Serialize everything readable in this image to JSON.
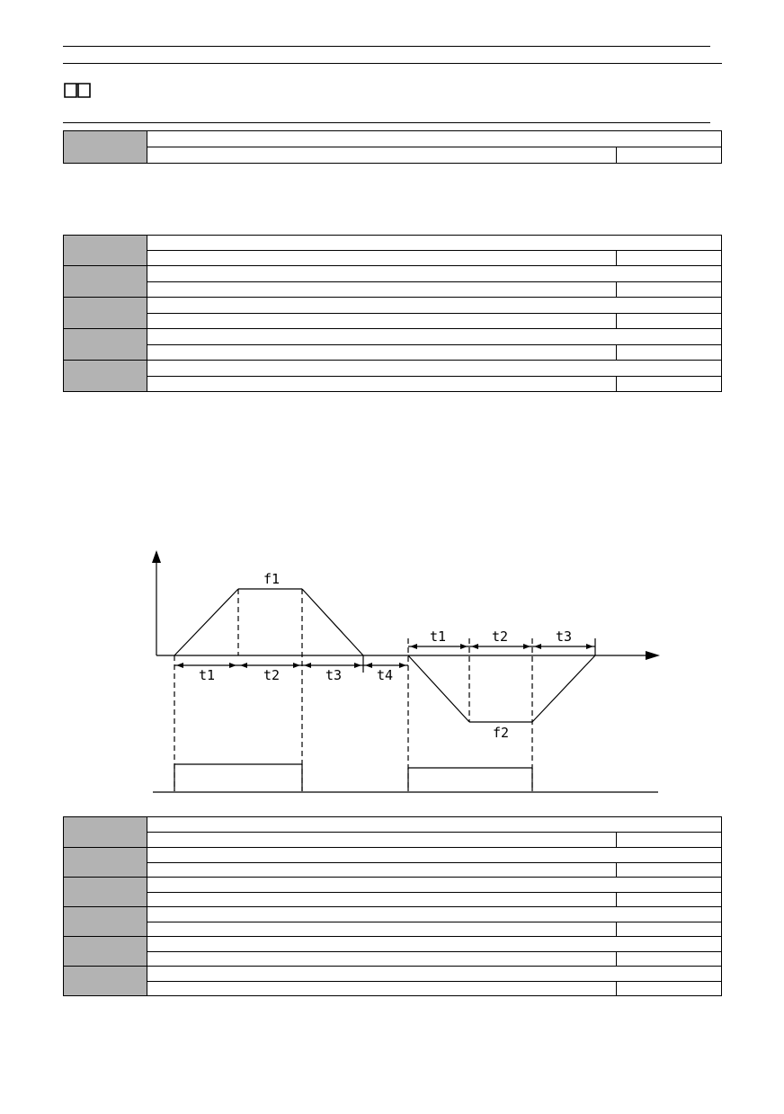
{
  "figure": {
    "labels": {
      "f1": "f1",
      "f2": "f2",
      "t1a": "t1",
      "t2a": "t2",
      "t3a": "t3",
      "t4a": "t4",
      "t1b": "t1",
      "t2b": "t2",
      "t3b": "t3"
    }
  },
  "table_groups": [
    {
      "rows": 1
    },
    {
      "rows": 5
    },
    {
      "rows": 6
    }
  ]
}
